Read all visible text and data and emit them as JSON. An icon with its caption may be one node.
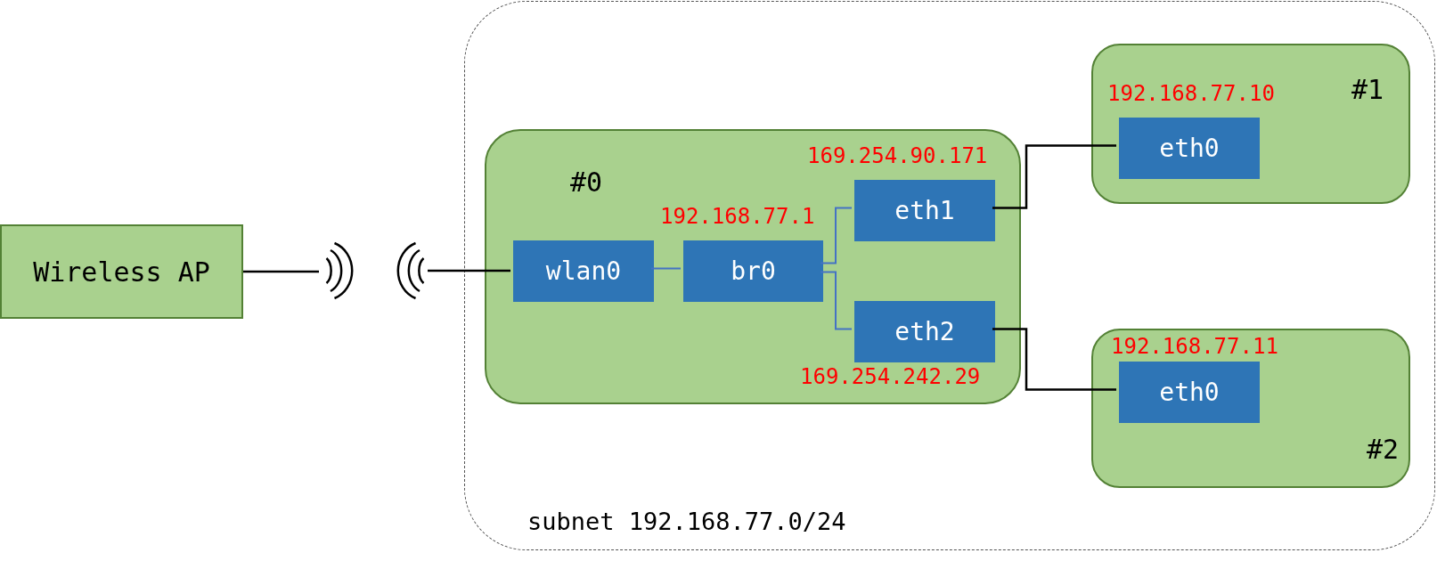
{
  "diagram": {
    "nodes": [
      {
        "text": [
          "Wireless AP"
        ]
      },
      {
        "text": [],
        "shape": "picture"
      },
      {
        "text": [],
        "shape": "picture"
      },
      {
        "text": [
          "subnet 192.168.77.0/24"
        ]
      },
      {
        "text": [
          "#0"
        ],
        "in": 3
      },
      {
        "text": [
          "wlan0"
        ],
        "in": 4
      },
      {
        "text": [
          "br0"
        ],
        "in": 4,
        "beside": [
          "192.168.77.1"
        ]
      },
      {
        "text": [
          "eth1"
        ],
        "in": 4,
        "beside": [
          "169.254.90.171"
        ]
      },
      {
        "text": [
          "eth2"
        ],
        "in": 4,
        "beside": [
          "169.254.242.29"
        ]
      },
      {
        "text": [
          "#1"
        ],
        "in": 3
      },
      {
        "text": [
          "eth0"
        ],
        "in": 9,
        "beside": [
          "192.168.77.10"
        ]
      },
      {
        "text": [
          "#2"
        ],
        "in": 3
      },
      {
        "text": [
          "eth0"
        ],
        "in": 11,
        "beside": [
          "192.168.77.11"
        ]
      }
    ],
    "edges": [
      {
        "from": 0,
        "to": 1,
        "arrow": "none"
      },
      {
        "from": 2,
        "to": 5,
        "arrow": "none"
      },
      {
        "from": 5,
        "to": 6,
        "arrow": "none",
        "color": "#4472c4"
      },
      {
        "from": 6,
        "to": 7,
        "arrow": "none",
        "color": "#4472c4"
      },
      {
        "from": 6,
        "to": 8,
        "arrow": "none",
        "color": "#4472c4"
      },
      {
        "from": 7,
        "to": 10,
        "arrow": "none"
      },
      {
        "from": 8,
        "to": 12,
        "arrow": "none"
      }
    ]
  }
}
